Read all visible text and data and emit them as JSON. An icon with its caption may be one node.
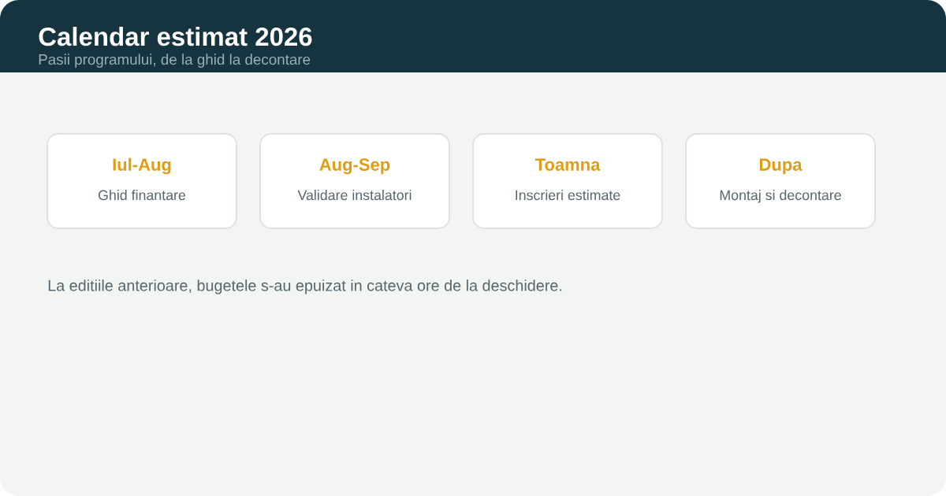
{
  "diagram": {
    "title": "Calendar estimat 2026",
    "nodes": [
      {
        "text": [
          "Iul-Aug",
          "Ghid finantare"
        ]
      },
      {
        "text": [
          "Aug-Sep",
          "Validare instalatori"
        ]
      },
      {
        "text": [
          "Toamna",
          "Inscrieri estimate"
        ]
      },
      {
        "text": [
          "Dupa",
          "Montaj si decontare"
        ]
      }
    ],
    "labels": [
      "Pasii programului, de la ghid la decontare",
      "La editiile anterioare, bugetele s-au epuizat in cateva ore de la deschidere."
    ]
  }
}
